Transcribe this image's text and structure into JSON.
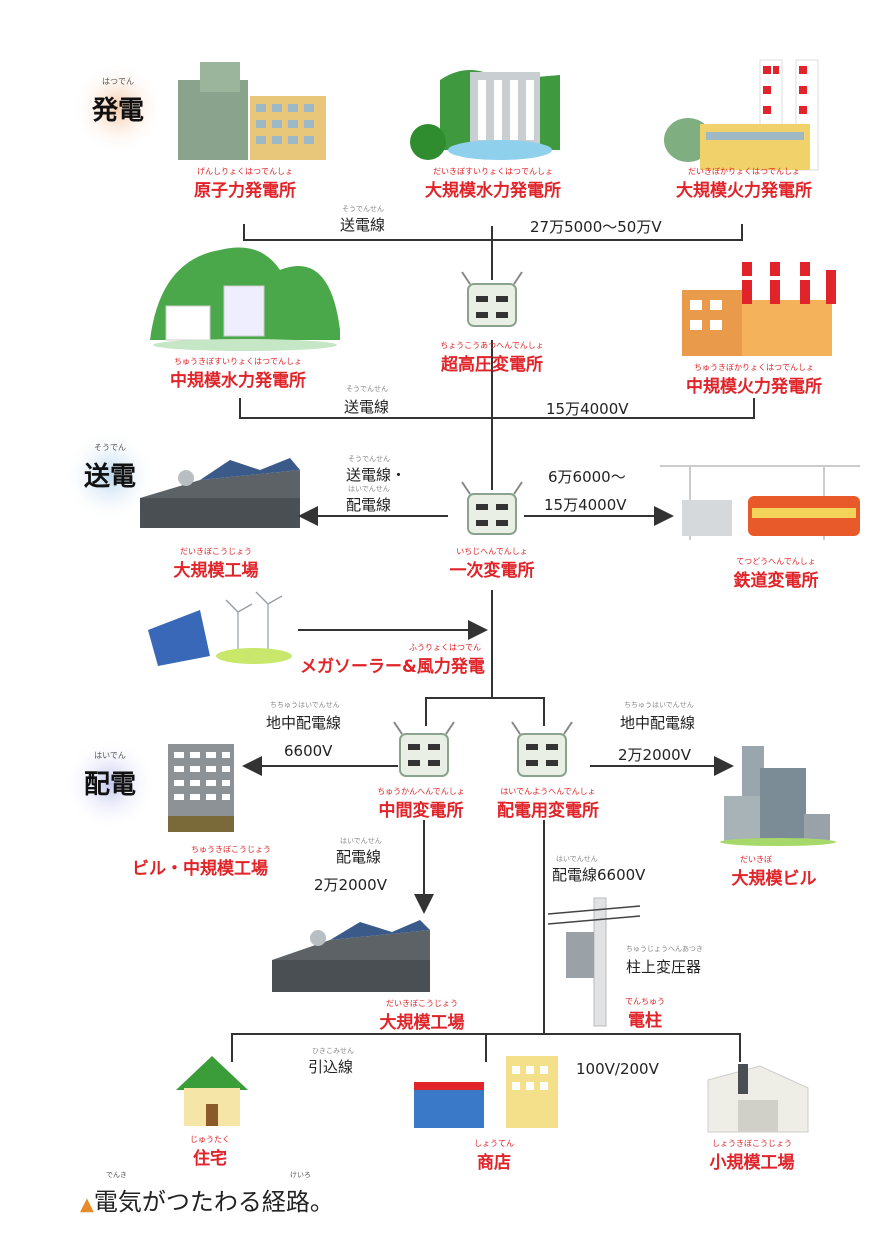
{
  "stages": {
    "generation": {
      "label": "発電",
      "ruby": "はつでん"
    },
    "transmission": {
      "label": "送電",
      "ruby": "そうでん"
    },
    "distribution": {
      "label": "配電",
      "ruby": "はいでん"
    }
  },
  "nodes": {
    "nuclear": {
      "label": "原子力発電所",
      "ruby": "げんしりょくはつでんしょ"
    },
    "large_hydro": {
      "label": "大規模水力発電所",
      "ruby": "だいきぼすいりょくはつでんしょ"
    },
    "large_thermal": {
      "label": "大規模火力発電所",
      "ruby": "だいきぼかりょくはつでんしょ"
    },
    "mid_hydro": {
      "label": "中規模水力発電所",
      "ruby": "ちゅうきぼすいりょくはつでんしょ"
    },
    "ultra_hv_sub": {
      "label": "超高圧変電所",
      "ruby": "ちょうこうあつへんでんしょ"
    },
    "mid_thermal": {
      "label": "中規模火力発電所",
      "ruby": "ちゅうきぼかりょくはつでんしょ"
    },
    "large_factory_1": {
      "label": "大規模工場",
      "ruby": "だいきぼこうじょう"
    },
    "primary_sub": {
      "label": "一次変電所",
      "ruby": "いちじへんでんしょ"
    },
    "railway_sub": {
      "label": "鉄道変電所",
      "ruby": "てつどうへんでんしょ"
    },
    "mega_solar": {
      "label": "メガソーラー&風力発電",
      "ruby": "ふうりょくはつでん"
    },
    "intermediate_sub": {
      "label": "中間変電所",
      "ruby": "ちゅうかんへんでんしょ"
    },
    "distribution_sub": {
      "label": "配電用変電所",
      "ruby": "はいでんようへんでんしょ"
    },
    "building_factory": {
      "label": "ビル・中規模工場",
      "ruby": "ちゅうきぼこうじょう"
    },
    "large_building": {
      "label": "大規模ビル",
      "ruby": "だいきぼ"
    },
    "large_factory_2": {
      "label": "大規模工場",
      "ruby": "だいきぼこうじょう"
    },
    "utility_pole": {
      "label": "電柱",
      "ruby": "でんちゅう"
    },
    "pole_transformer": {
      "label": "柱上変圧器",
      "ruby": "ちゅうじょうへんあつき"
    },
    "house": {
      "label": "住宅",
      "ruby": "じゅうたく"
    },
    "shop": {
      "label": "商店",
      "ruby": "しょうてん"
    },
    "small_factory": {
      "label": "小規模工場",
      "ruby": "しょうきぼこうじょう"
    }
  },
  "annotations": {
    "a1_line": "送電線",
    "a1_line_ruby": "そうでんせん",
    "a1_volt": "27万5000〜50万V",
    "a2_line": "送電線",
    "a2_line_ruby": "そうでんせん",
    "a2_volt": "15万4000V",
    "a3_line1": "送電線・",
    "a3_line2": "配電線",
    "a3_ruby1": "そうでんせん",
    "a3_ruby2": "はいでんせん",
    "a4_volt1": "6万6000〜",
    "a4_volt2": "15万4000V",
    "a5_line": "地中配電線",
    "a5_ruby": "ちちゅうはいでんせん",
    "a5_volt": "6600V",
    "a6_line": "地中配電線",
    "a6_ruby": "ちちゅうはいでんせん",
    "a6_volt": "2万2000V",
    "a7_line": "配電線",
    "a7_ruby": "はいでんせん",
    "a7_volt": "2万2000V",
    "a8_line": "配電線6600V",
    "a8_ruby": "はいでんせん",
    "a9_line": "引込線",
    "a9_ruby": "ひきこみせん",
    "a10_volt": "100V/200V"
  },
  "caption": {
    "marker": "▲",
    "text": "電気がつたわる経路。",
    "ruby1": "でんき",
    "ruby2": "けいろ"
  },
  "colors": {
    "label_red": "#e0242a",
    "line": "#333333",
    "green": "#3a9d3a",
    "gray_building": "#7a7f83"
  }
}
